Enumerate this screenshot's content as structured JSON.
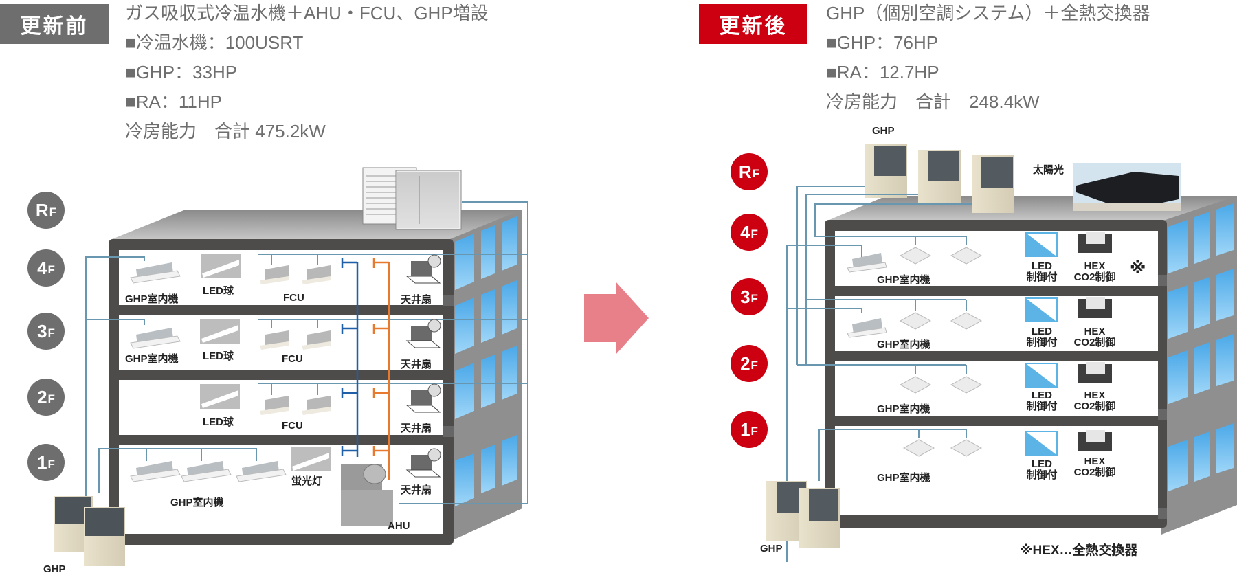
{
  "before": {
    "badge": "更新前",
    "title": "ガス吸収式冷温水機＋AHU・FCU、GHP増設",
    "lines": [
      "■冷温水機：100USRT",
      "■GHP：33HP",
      "■RA：11HP",
      "冷房能力　合計 475.2kW"
    ],
    "floors": [
      {
        "num": "R",
        "suffix": "F"
      },
      {
        "num": "4",
        "suffix": "F"
      },
      {
        "num": "3",
        "suffix": "F"
      },
      {
        "num": "2",
        "suffix": "F"
      },
      {
        "num": "1",
        "suffix": "F"
      }
    ],
    "labels": {
      "ghp_indoor": "GHP室内機",
      "led": "LED球",
      "fcu": "FCU",
      "ceiling_fan": "天井扇",
      "fluorescent": "蛍光灯",
      "ahu": "AHU",
      "ghp": "GHP"
    }
  },
  "after": {
    "badge": "更新後",
    "title": "GHP（個別空調システム）＋全熱交換器",
    "lines": [
      "■GHP：76HP",
      "■RA：12.7HP",
      "冷房能力　合計　248.4kW"
    ],
    "floors": [
      {
        "num": "R",
        "suffix": "F"
      },
      {
        "num": "4",
        "suffix": "F"
      },
      {
        "num": "3",
        "suffix": "F"
      },
      {
        "num": "2",
        "suffix": "F"
      },
      {
        "num": "1",
        "suffix": "F"
      }
    ],
    "labels": {
      "ghp_top": "GHP",
      "solar": "太陽光",
      "ghp_indoor": "GHP室内機",
      "led_line1": "LED",
      "led_line2": "制御付",
      "hex_line1": "HEX",
      "hex_line2": "CO2制御",
      "asterisk": "※",
      "ghp_bottom": "GHP"
    },
    "footnote": "※HEX…全熱交換器"
  },
  "colors": {
    "before_badge": "#6e6e6e",
    "after_badge": "#cc0011",
    "arrow": "#e8808a",
    "pipe_blue": "#6a97b0",
    "pipe_dark_blue": "#1e5fa8",
    "pipe_orange": "#e87a30"
  }
}
